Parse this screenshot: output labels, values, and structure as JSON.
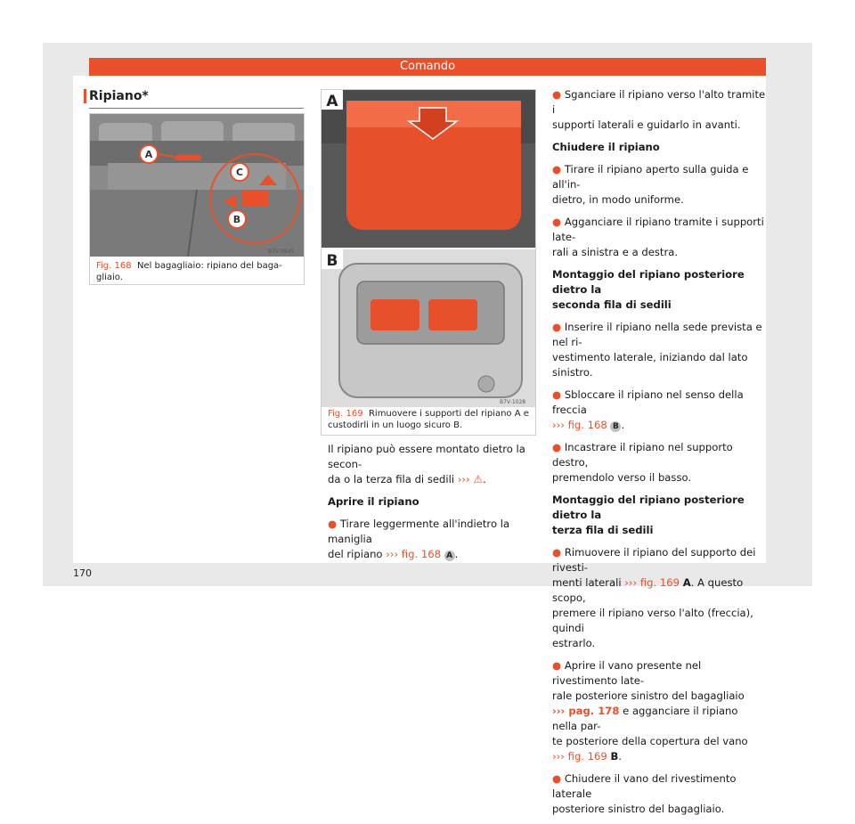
{
  "header": {
    "title": "Comando"
  },
  "section": {
    "title": "Ripiano*"
  },
  "fig168": {
    "label": "Fig. 168",
    "caption": "Nel bagagliaio: ripiano del baga-\ngliaio.",
    "code": "B7V-0945",
    "markers": [
      "A",
      "B",
      "C"
    ]
  },
  "fig169": {
    "label": "Fig. 169",
    "caption": "Rimuovere i supporti del ripiano A e custodirli in un luogo sicuro B.",
    "code": "B7V-1028",
    "panel_a": "A",
    "panel_b": "B"
  },
  "mid": {
    "intro_1": "Il ripiano può essere montato dietro la secon-",
    "intro_2": "da o la terza fila di sedili",
    "intro_ref": "›››",
    "open_heading": "Aprire il ripiano",
    "open_1": "Tirare leggermente all'indietro la maniglia",
    "open_2": "del ripiano",
    "open_ref": "››› fig. 168",
    "open_marker": "A"
  },
  "right": {
    "b1a": "Sganciare il ripiano verso l'alto tramite i",
    "b1b": "supporti laterali e guidarlo in avanti.",
    "close_heading": "Chiudere il ripiano",
    "b2a": "Tirare il ripiano aperto sulla guida e all'in-",
    "b2b": "dietro, in modo uniforme.",
    "b3a": "Agganciare il ripiano tramite i supporti late-",
    "b3b": "rali a sinistra e a destra.",
    "h2a": "Montaggio del ripiano posteriore dietro la",
    "h2b": "seconda fila di sedili",
    "b4a": "Inserire il ripiano nella sede prevista e nel ri-",
    "b4b": "vestimento laterale, iniziando dal lato sinistro.",
    "b5a": "Sbloccare il ripiano nel senso della freccia",
    "b5ref": "››› fig. 168",
    "b5marker": "B",
    "b6a": "Incastrare il ripiano nel supporto destro,",
    "b6b": "premendolo verso il basso.",
    "h3a": "Montaggio del ripiano posteriore dietro la",
    "h3b": "terza fila di sedili",
    "b7a": "Rimuovere il ripiano del supporto dei rivesti-",
    "b7b": "menti laterali",
    "b7ref": "››› fig. 169",
    "b7mark": "A",
    "b7c": ". A questo scopo,",
    "b7d": "premere il ripiano verso l'alto (freccia), quindi",
    "b7e": "estrarlo.",
    "b8a": "Aprire il vano presente nel rivestimento late-",
    "b8b": "rale posteriore sinistro del bagagliaio",
    "b8ref": "››› pag. 178",
    "b8c": "e agganciare il ripiano nella par-",
    "b8d": "te posteriore della copertura del vano",
    "b8ref2": "››› fig. 169",
    "b8mark": "B",
    "b9a": "Chiudere il vano del rivestimento laterale",
    "b9b": "posteriore sinistro del bagagliaio."
  },
  "page_number": "170",
  "colors": {
    "accent": "#e8502c",
    "page_bg": "#e9e9e9"
  }
}
